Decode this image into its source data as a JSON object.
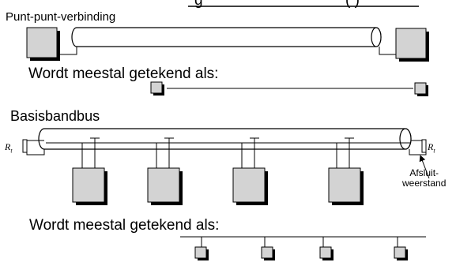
{
  "title_partial": "g",
  "title_partial_right": "(          )",
  "sections": {
    "p2p": {
      "title": "Punt-punt-verbinding",
      "drawn_as": "Wordt meestal getekend als:"
    },
    "bus": {
      "title": "Basisbandbus",
      "drawn_as": "Wordt meestal getekend als:",
      "terminator_label": "R",
      "terminator_sub": "t",
      "terminator_note_line1": "Afsluit-",
      "terminator_note_line2": "weerstand"
    }
  },
  "colors": {
    "box_fill": "#d3d3d3",
    "stroke": "#000000",
    "background": "#ffffff"
  }
}
